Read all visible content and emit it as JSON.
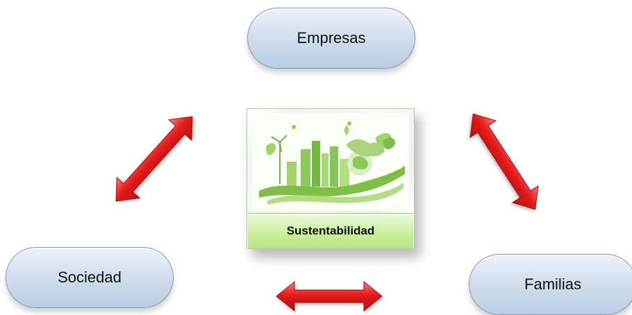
{
  "nodes": {
    "top": "Empresas",
    "left": "Sociedad",
    "right": "Familias",
    "center": "Sustentabilidad"
  },
  "colors": {
    "pill_fill": "#c9d8eb",
    "pill_border": "#7f97b2",
    "arrow_red": "#e31b1b",
    "center_label_green": "#c5ed98",
    "illustration_green": "#8dc63f"
  },
  "icons": {
    "center_image": "green-city-sustainability-illustration",
    "arrows": "double-headed-red-arrow"
  }
}
